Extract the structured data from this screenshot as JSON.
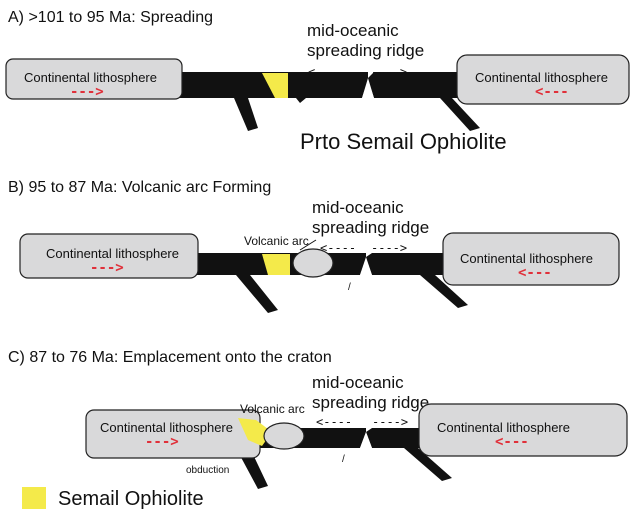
{
  "colors": {
    "ophiolite": "#f4ea4a",
    "continent": "#d9d9da",
    "lithosphere": "#111111",
    "motion_arrow": "#e0303a"
  },
  "panels": [
    {
      "title": "A) >101 to 95 Ma: Spreading",
      "ridge_label_line1": "mid-oceanic",
      "ridge_label_line2": "spreading ridge",
      "left_continent": "Continental lithosphere",
      "right_continent": "Continental lithosphere",
      "left_red_arrow": "--->",
      "right_red_arrow": "<---",
      "ridge_arrow_left": "<----",
      "ridge_arrow_right": "---->",
      "feature_label": "Prto Semail Ophiolite"
    },
    {
      "title": "B) 95 to 87 Ma: Volcanic arc Forming",
      "ridge_label_line1": "mid-oceanic",
      "ridge_label_line2": "spreading ridge",
      "left_continent": "Continental lithosphere",
      "right_continent": "Continental lithosphere",
      "left_red_arrow": "--->",
      "right_red_arrow": "<---",
      "ridge_arrow_left": "<----",
      "ridge_arrow_right": "---->",
      "feature_label": "Volcanic arc"
    },
    {
      "title": "C) 87 to 76 Ma: Emplacement onto the craton",
      "ridge_label_line1": "mid-oceanic",
      "ridge_label_line2": "spreading ridge",
      "left_continent": "Continental lithosphere",
      "right_continent": "Continental lithosphere",
      "left_red_arrow": "--->",
      "right_red_arrow": "<---",
      "ridge_arrow_left": "<----",
      "ridge_arrow_right": "---->",
      "feature_label": "Volcanic arc",
      "obduction_label": "obduction"
    }
  ],
  "legend": {
    "label": "Semail Ophiolite"
  }
}
